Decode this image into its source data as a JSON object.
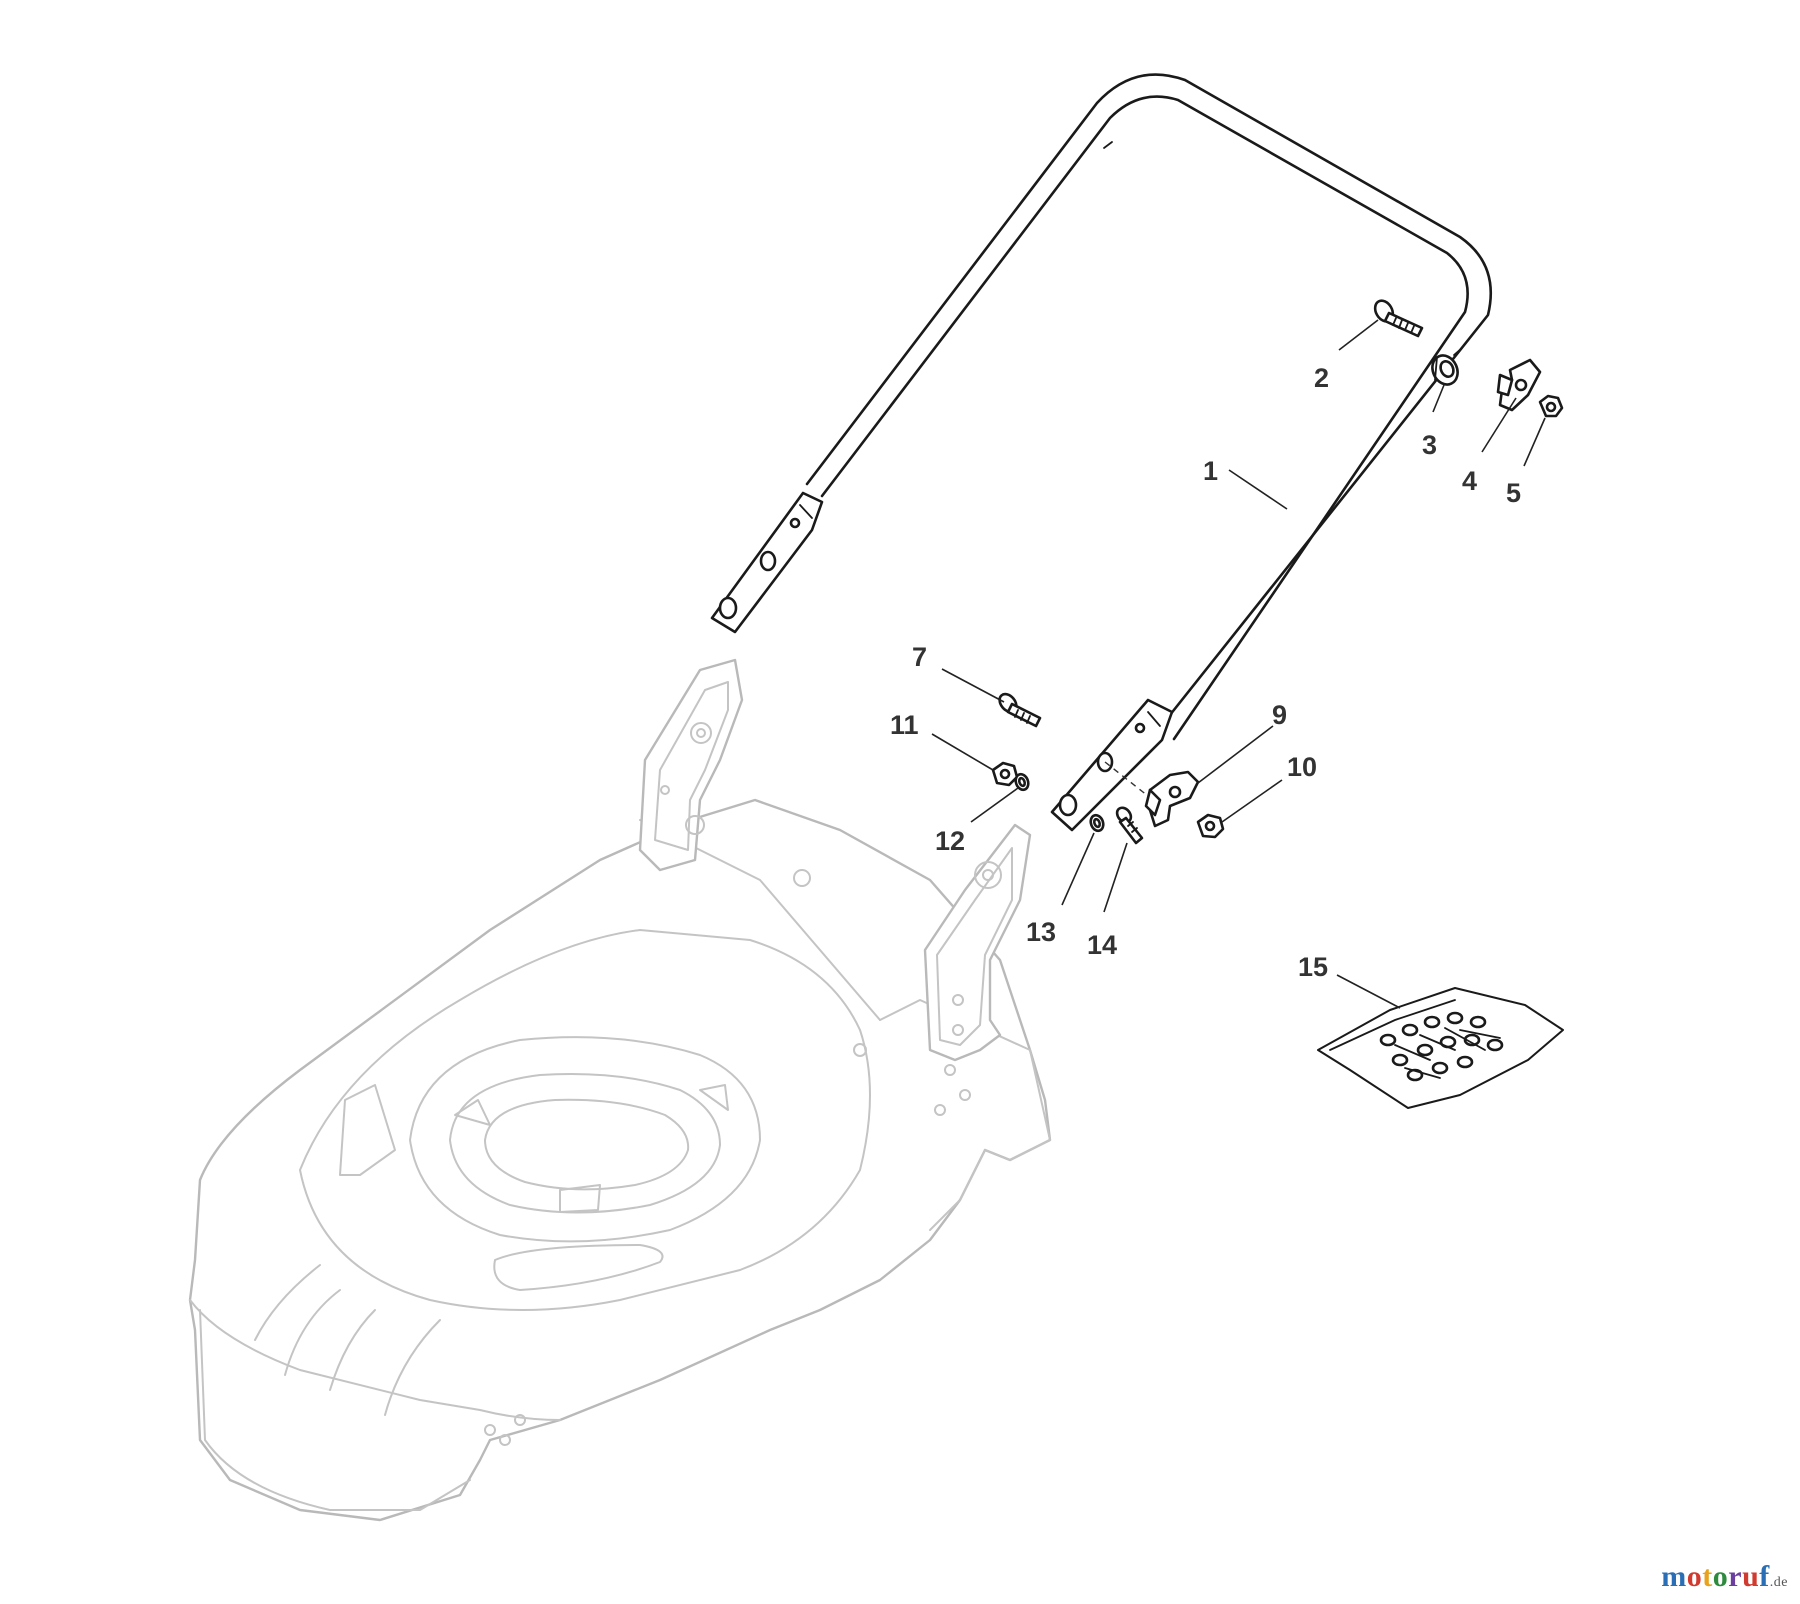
{
  "callouts": [
    {
      "id": "1",
      "label": "1"
    },
    {
      "id": "2",
      "label": "2"
    },
    {
      "id": "3",
      "label": "3"
    },
    {
      "id": "4",
      "label": "4"
    },
    {
      "id": "5",
      "label": "5"
    },
    {
      "id": "7",
      "label": "7"
    },
    {
      "id": "9",
      "label": "9"
    },
    {
      "id": "10",
      "label": "10"
    },
    {
      "id": "11",
      "label": "11"
    },
    {
      "id": "12",
      "label": "12"
    },
    {
      "id": "13",
      "label": "13"
    },
    {
      "id": "14",
      "label": "14"
    },
    {
      "id": "15",
      "label": "15"
    }
  ],
  "watermark": {
    "name": "motoruf",
    "suffix": ".de",
    "letter_colors": [
      "#2a6fb5",
      "#d03a2f",
      "#e8a21b",
      "#2e8b3e",
      "#6b3fa0",
      "#d03a2f",
      "#2a6fb5"
    ]
  },
  "colors": {
    "deck_line": "#b9b9b9",
    "part_line": "#1a1a1a",
    "callout_text": "#333333"
  }
}
